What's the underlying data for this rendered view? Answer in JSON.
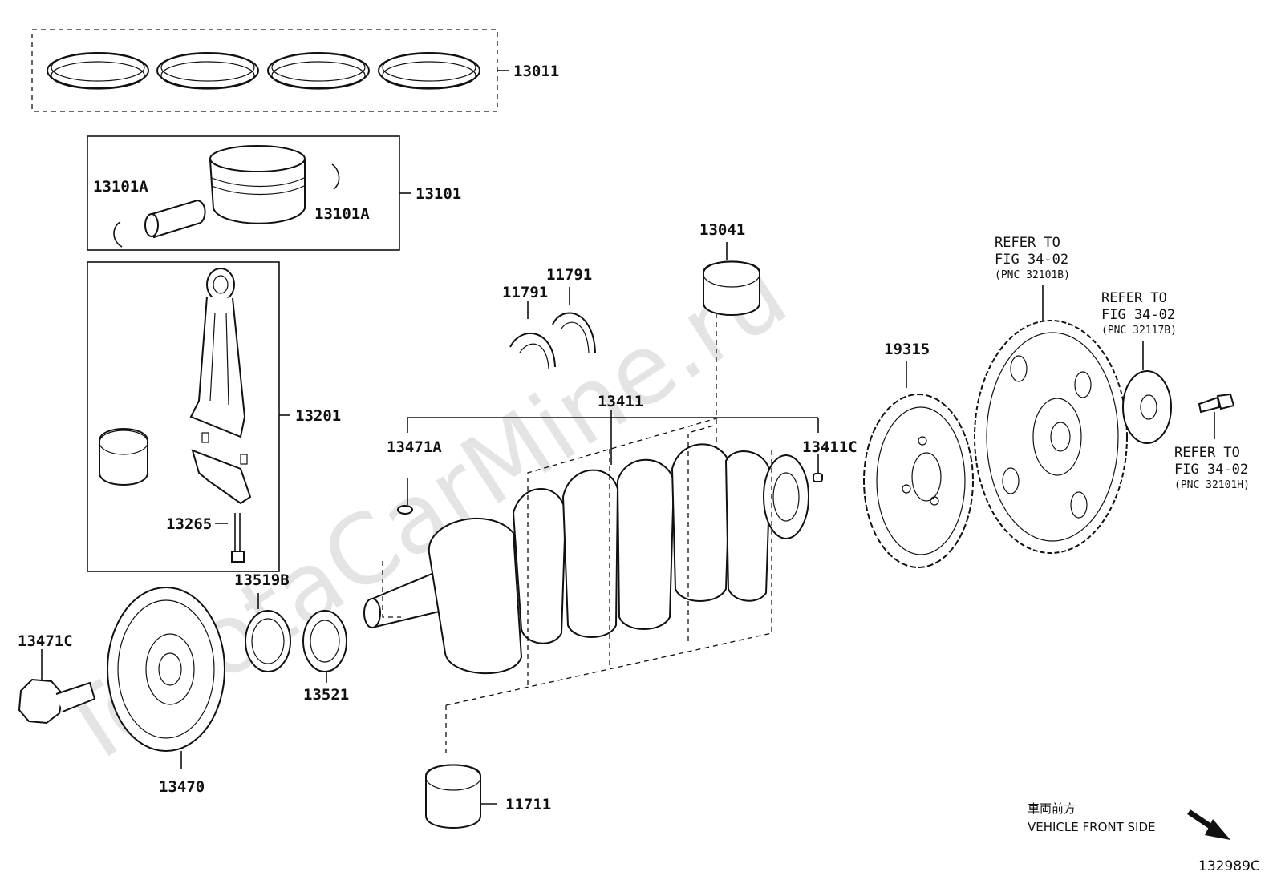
{
  "watermark": "ToyotaCarMine.ru",
  "labels": {
    "l13011": "13011",
    "l13101": "13101",
    "l13101A_left": "13101A",
    "l13101A_right": "13101A",
    "l13201": "13201",
    "l13265": "13265",
    "l13519B": "13519B",
    "l13521": "13521",
    "l13471C": "13471C",
    "l13470": "13470",
    "l11711": "11711",
    "l13471A": "13471A",
    "l13411": "13411",
    "l13411C": "13411C",
    "l11791_a": "11791",
    "l11791_b": "11791",
    "l13041": "13041",
    "l19315": "19315"
  },
  "refs": {
    "flywheel": {
      "line1": "REFER TO",
      "line2": "FIG 34-02",
      "line3": "(PNC 32101B)"
    },
    "spacer": {
      "line1": "REFER TO",
      "line2": "FIG 34-02",
      "line3": "(PNC 32117B)"
    },
    "bolt": {
      "line1": "REFER TO",
      "line2": "FIG 34-02",
      "line3": "(PNC 32101H)"
    }
  },
  "front": {
    "jp": "車両前方",
    "en": "VEHICLE FRONT SIDE"
  },
  "figure_id": "132989C"
}
